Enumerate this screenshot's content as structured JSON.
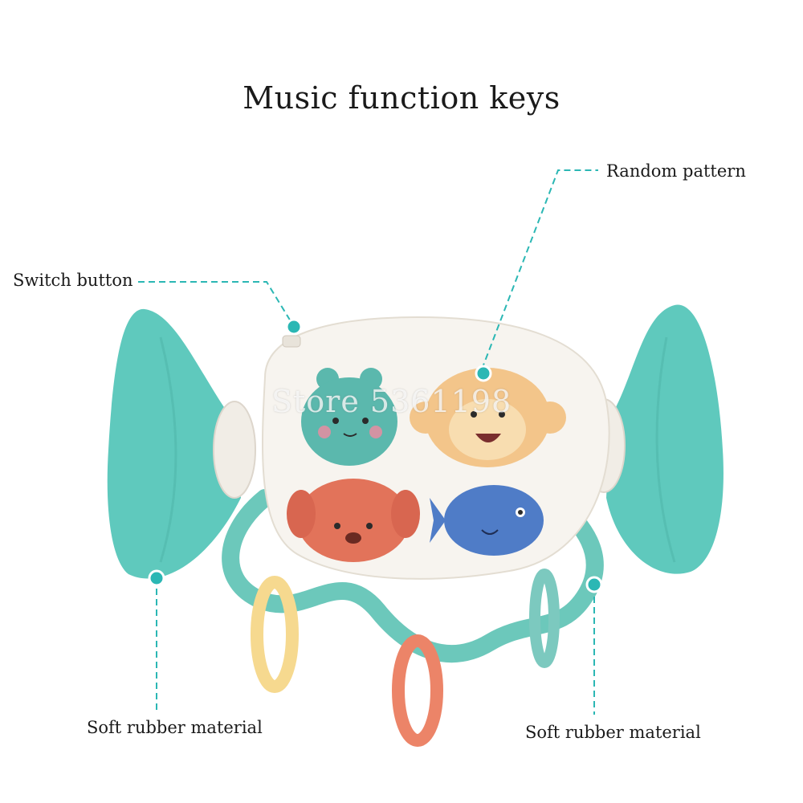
{
  "title": "Music function keys",
  "labels": {
    "random_pattern": "Random pattern",
    "switch_button": "Switch button",
    "soft_rubber_left": "Soft rubber material",
    "soft_rubber_right": "Soft rubber material"
  },
  "watermark": "Store 5361198",
  "colors": {
    "callout": "#2bb7b4",
    "wing": "#5fc9bd",
    "body": "#f7f4ef",
    "bunny": "#5bb8ad",
    "monkey": "#f3c58a",
    "dog": "#e2735a",
    "fish": "#4f7cc7",
    "ring_yellow": "#f6d98f",
    "ring_red": "#ec8468",
    "ring_teal": "#7cc9bf"
  }
}
